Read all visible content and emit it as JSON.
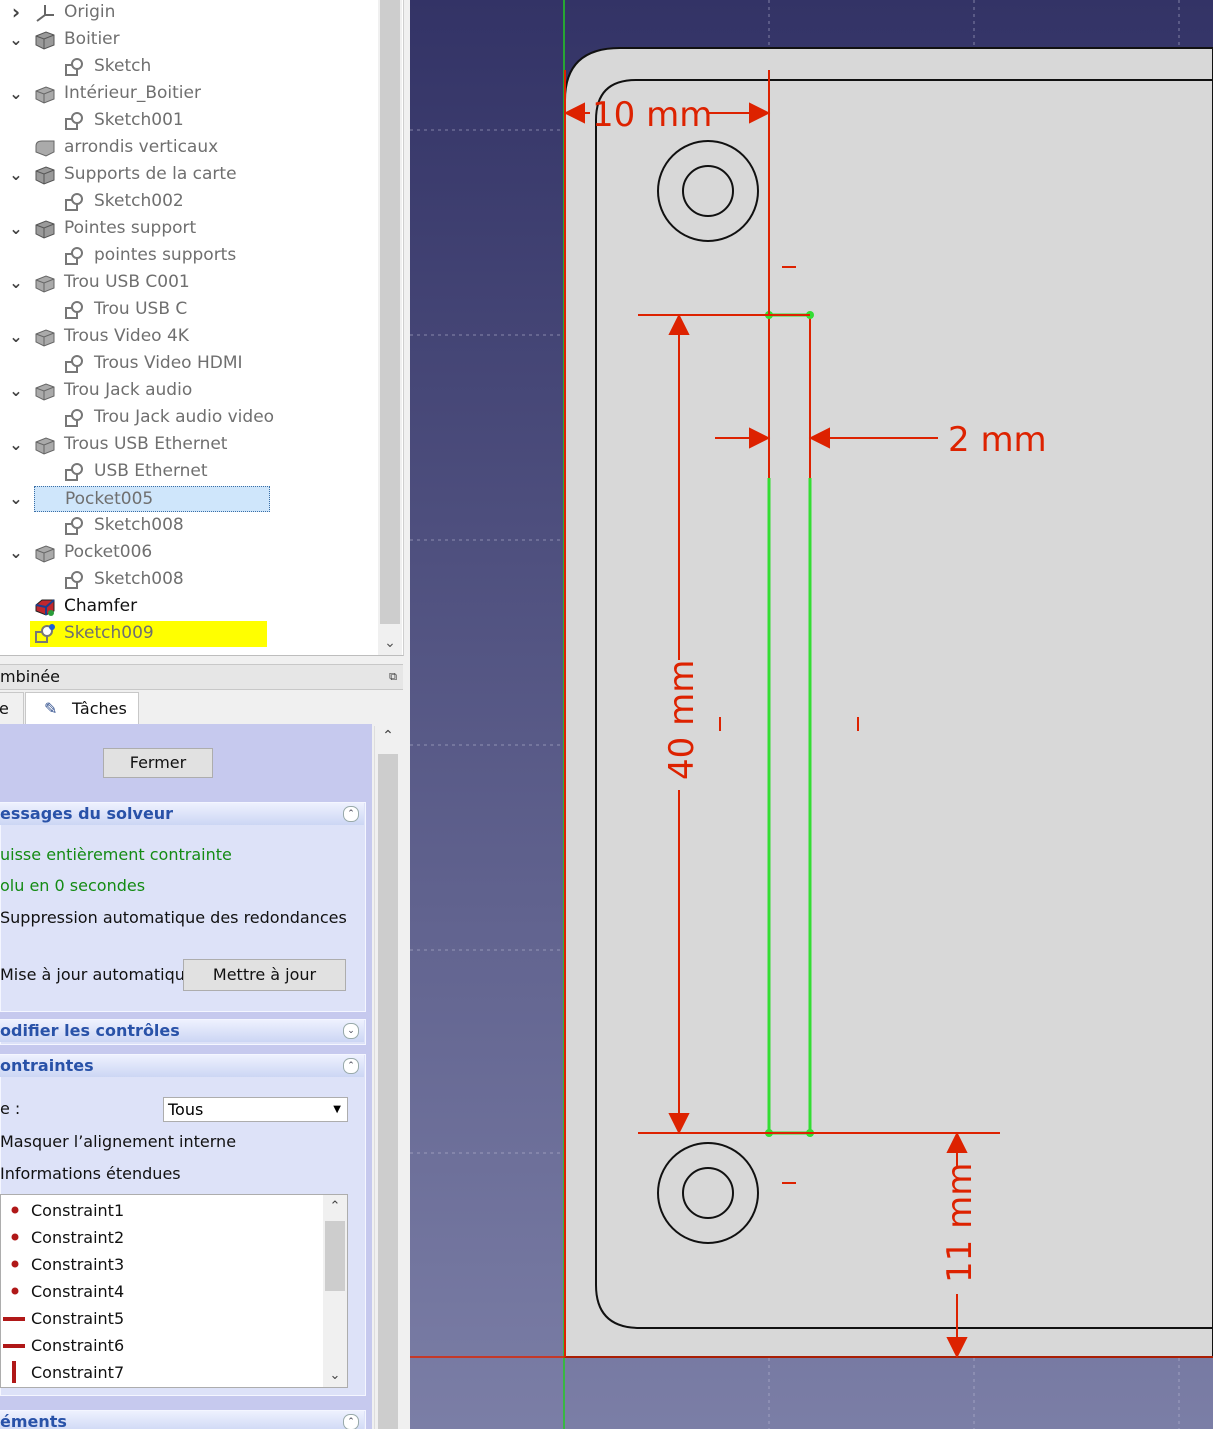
{
  "tree": {
    "items": [
      {
        "label": "Origin",
        "arrow": "›",
        "icon": "origin-icon",
        "indent": 0
      },
      {
        "label": "Boitier",
        "arrow": "⌄",
        "icon": "body-icon",
        "indent": 0
      },
      {
        "label": "Sketch",
        "arrow": "",
        "icon": "sketch-icon",
        "indent": 1
      },
      {
        "label": "Intérieur_Boitier",
        "arrow": "⌄",
        "icon": "pocket-icon",
        "indent": 0
      },
      {
        "label": "Sketch001",
        "arrow": "",
        "icon": "sketch-icon",
        "indent": 1
      },
      {
        "label": "arrondis verticaux",
        "arrow": "",
        "icon": "fillet-icon",
        "indent": 0
      },
      {
        "label": "Supports de la carte",
        "arrow": "⌄",
        "icon": "body-icon",
        "indent": 0
      },
      {
        "label": "Sketch002",
        "arrow": "",
        "icon": "sketch-icon",
        "indent": 1
      },
      {
        "label": "Pointes support",
        "arrow": "⌄",
        "icon": "body-icon",
        "indent": 0
      },
      {
        "label": "pointes supports",
        "arrow": "",
        "icon": "sketch-icon",
        "indent": 1
      },
      {
        "label": "Trou USB C001",
        "arrow": "⌄",
        "icon": "pocket-icon",
        "indent": 0
      },
      {
        "label": "Trou USB C",
        "arrow": "",
        "icon": "sketch-icon",
        "indent": 1
      },
      {
        "label": "Trous Video 4K",
        "arrow": "⌄",
        "icon": "pocket-icon",
        "indent": 0
      },
      {
        "label": "Trous Video HDMI",
        "arrow": "",
        "icon": "sketch-icon",
        "indent": 1
      },
      {
        "label": "Trou Jack audio",
        "arrow": "⌄",
        "icon": "pocket-icon",
        "indent": 0
      },
      {
        "label": "Trou Jack audio video",
        "arrow": "",
        "icon": "sketch-icon",
        "indent": 1
      },
      {
        "label": "Trous USB Ethernet",
        "arrow": "⌄",
        "icon": "pocket-icon",
        "indent": 0
      },
      {
        "label": "USB Ethernet",
        "arrow": "",
        "icon": "sketch-icon",
        "indent": 1
      },
      {
        "label": "Pocket005",
        "arrow": "⌄",
        "icon": "pocket-icon",
        "indent": 0,
        "state": "selected"
      },
      {
        "label": "Sketch008",
        "arrow": "",
        "icon": "sketch-icon",
        "indent": 1
      },
      {
        "label": "Pocket006",
        "arrow": "⌄",
        "icon": "pocket-icon",
        "indent": 0
      },
      {
        "label": "Sketch008",
        "arrow": "",
        "icon": "sketch-icon",
        "indent": 1
      },
      {
        "label": "Chamfer",
        "arrow": "",
        "icon": "chamfer-icon",
        "indent": 0,
        "state": "dark"
      },
      {
        "label": "Sketch009",
        "arrow": "",
        "icon": "sketch-edit-icon",
        "indent": 0,
        "state": "highlight"
      }
    ]
  },
  "combo": {
    "title": "mbinée",
    "tab_model": "e",
    "tab_tasks": "Tâches"
  },
  "tasks": {
    "close_button": "Fermer",
    "solver": {
      "title": "essages du solveur",
      "status1": "uisse entièrement contrainte",
      "status2": "olu en 0 secondes",
      "auto_remove": "Suppression automatique des redondances",
      "auto_update": "Mise à jour automatique",
      "update_button": "Mettre à jour"
    },
    "edit_controls_title": "odifier les contrôles",
    "constraints": {
      "title": "ontraintes",
      "filter_label": "e :",
      "filter_value": "Tous",
      "hide_internal": "Masquer l’alignement interne",
      "extended_info": "Informations étendues",
      "items": [
        {
          "label": "Constraint1",
          "icon": "coincident-icon"
        },
        {
          "label": "Constraint2",
          "icon": "coincident-icon"
        },
        {
          "label": "Constraint3",
          "icon": "coincident-icon"
        },
        {
          "label": "Constraint4",
          "icon": "coincident-icon"
        },
        {
          "label": "Constraint5",
          "icon": "horizontal-icon"
        },
        {
          "label": "Constraint6",
          "icon": "horizontal-icon"
        },
        {
          "label": "Constraint7",
          "icon": "vertical-icon"
        }
      ]
    },
    "elements_title": "éments"
  },
  "viewport": {
    "dim_10": "10 mm",
    "dim_2": "2 mm",
    "dim_40": "40 mm",
    "dim_11": "11 mm",
    "colors": {
      "dimension": "#dd2200",
      "geometry": "#22dd22",
      "edge": "#111111",
      "face": "#d8d8d8"
    }
  }
}
